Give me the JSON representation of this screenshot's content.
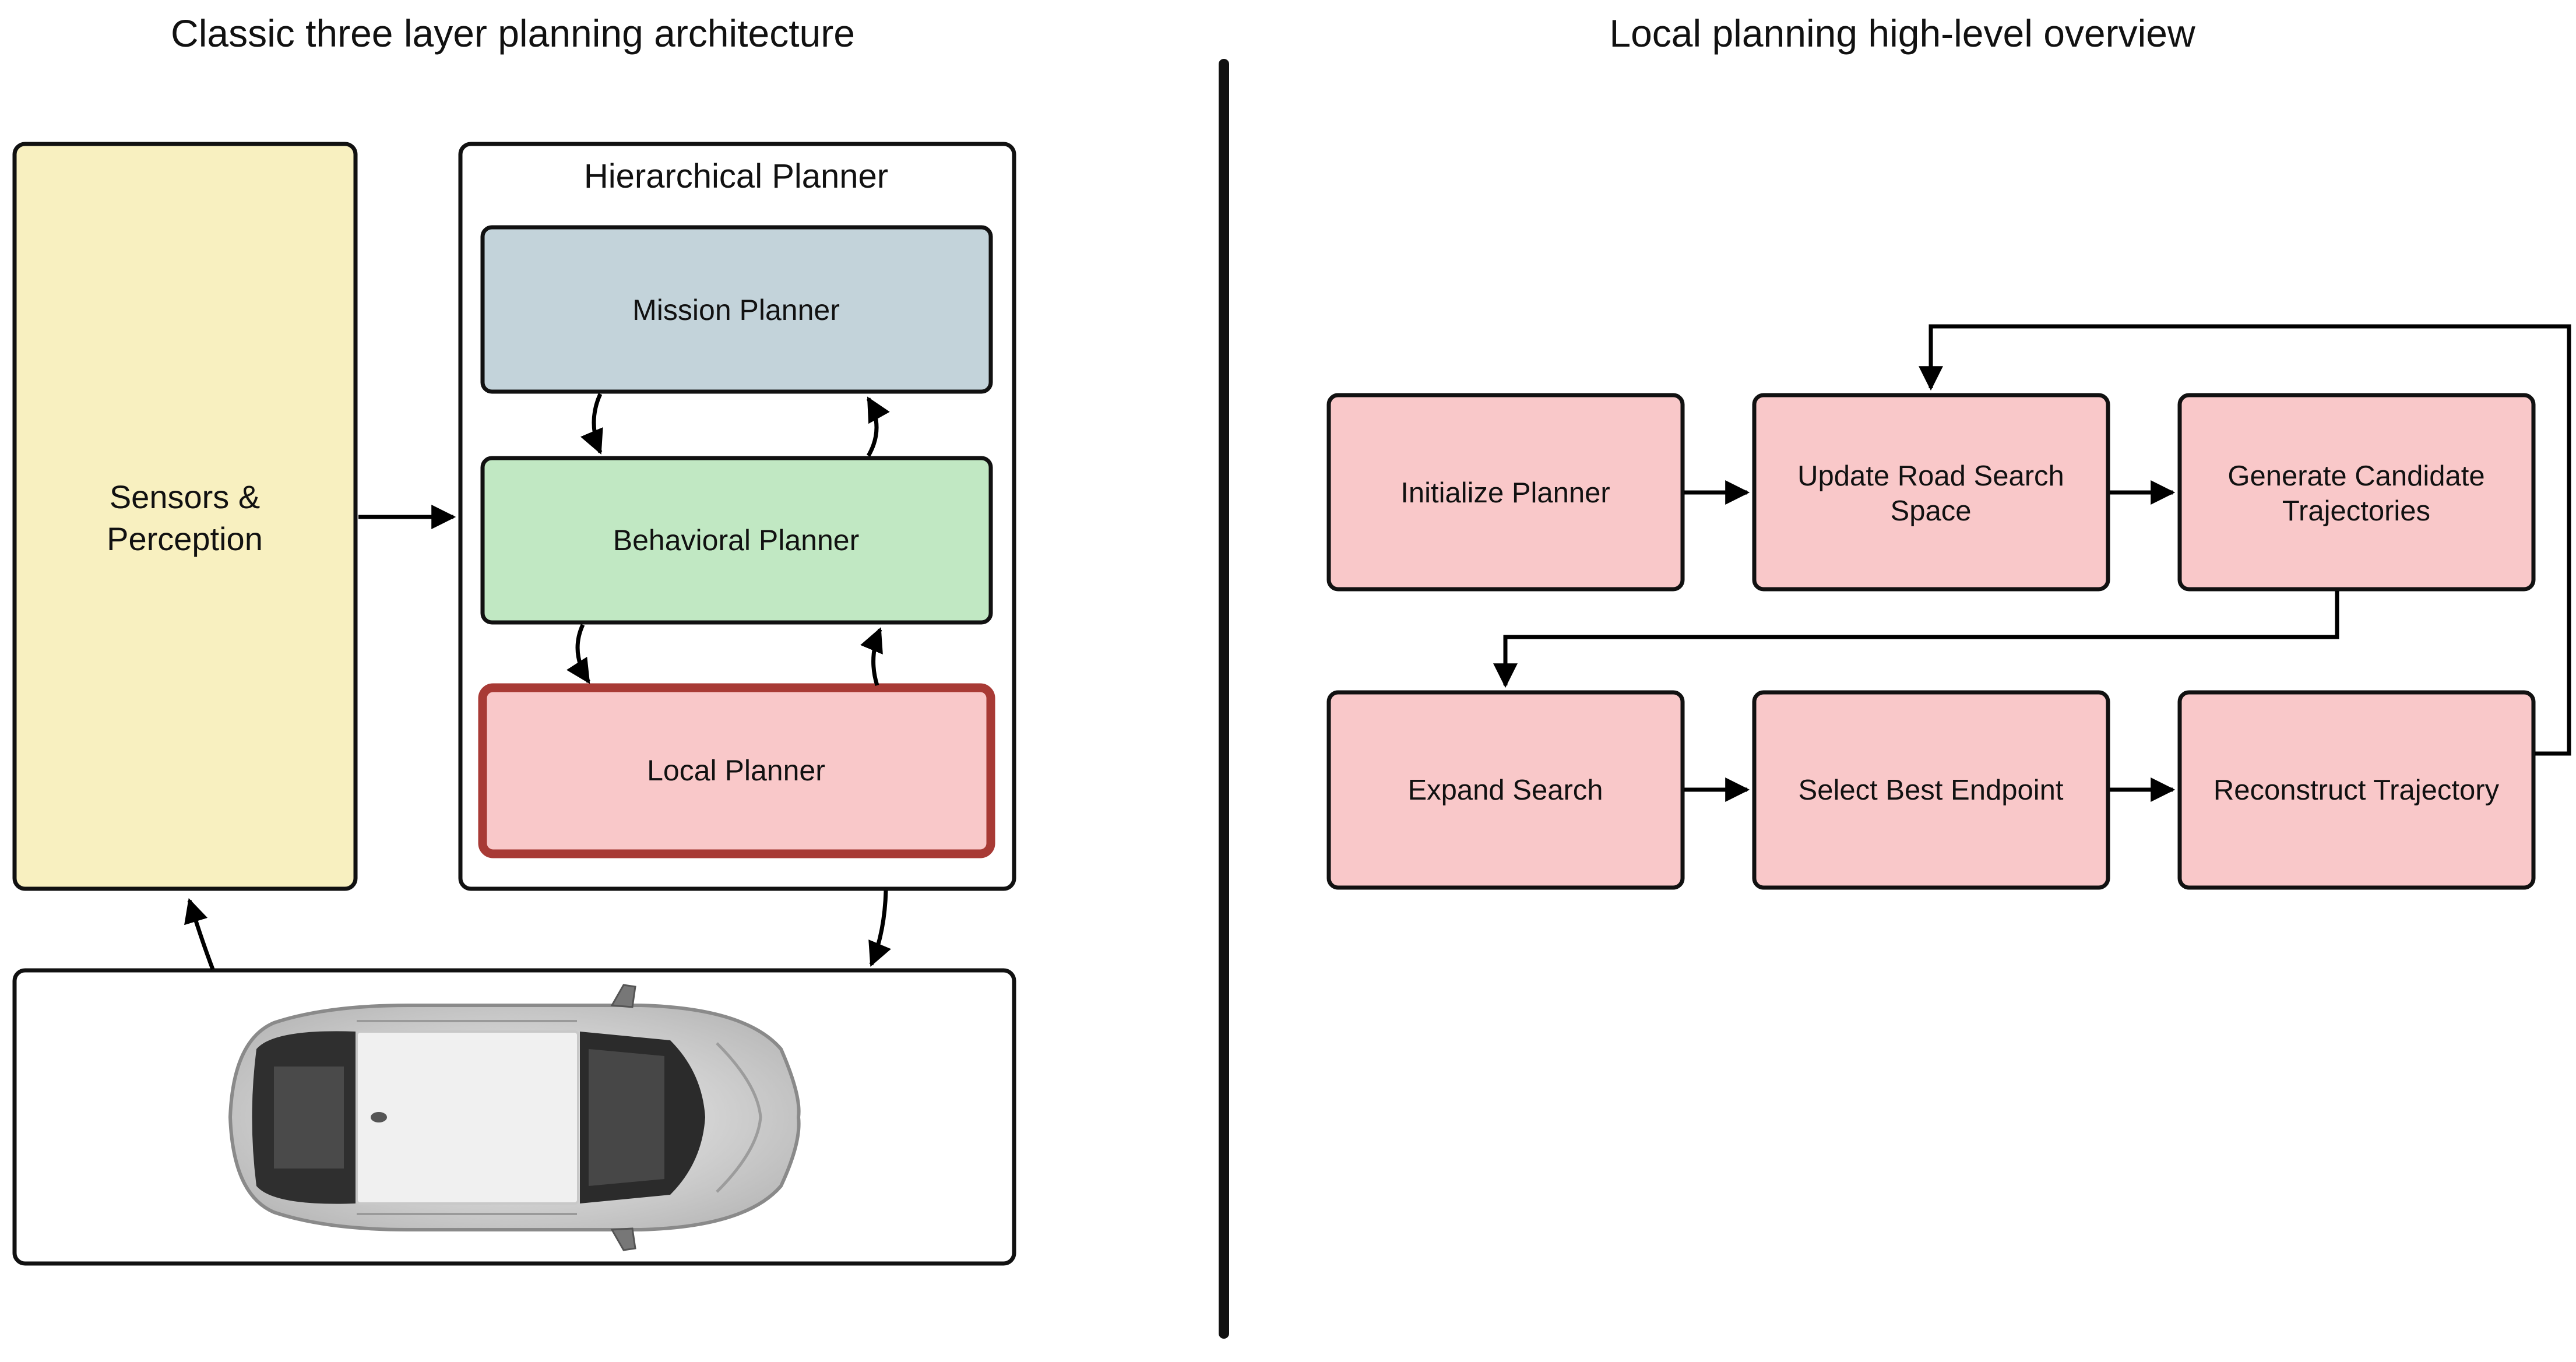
{
  "left_panel": {
    "title": "Classic three layer planning architecture",
    "sensors_box": {
      "label_line1": "Sensors &",
      "label_line2": "Perception",
      "color": "#F8F0C0"
    },
    "hierarchical_planner": {
      "title": "Hierarchical Planner",
      "mission_planner": {
        "label": "Mission Planner",
        "color": "#C3D3DA"
      },
      "behavioral_planner": {
        "label": "Behavioral Planner",
        "color": "#C1E8C3"
      },
      "local_planner": {
        "label": "Local Planner",
        "color": "#F9C8C9",
        "border_color": "#A83A35"
      }
    },
    "vehicle_box": {
      "icon": "car-top-view-icon"
    }
  },
  "right_panel": {
    "title": "Local planning high-level overview",
    "node_color": "#F9C8C9",
    "nodes": {
      "initialize": {
        "label": "Initialize Planner"
      },
      "update": {
        "line1": "Update Road Search",
        "line2": "Space"
      },
      "generate": {
        "line1": "Generate Candidate",
        "line2": "Trajectories"
      },
      "expand": {
        "label": "Expand Search"
      },
      "select": {
        "label": "Select Best Endpoint"
      },
      "reconstruct": {
        "label": "Reconstruct Trajectory"
      }
    }
  }
}
